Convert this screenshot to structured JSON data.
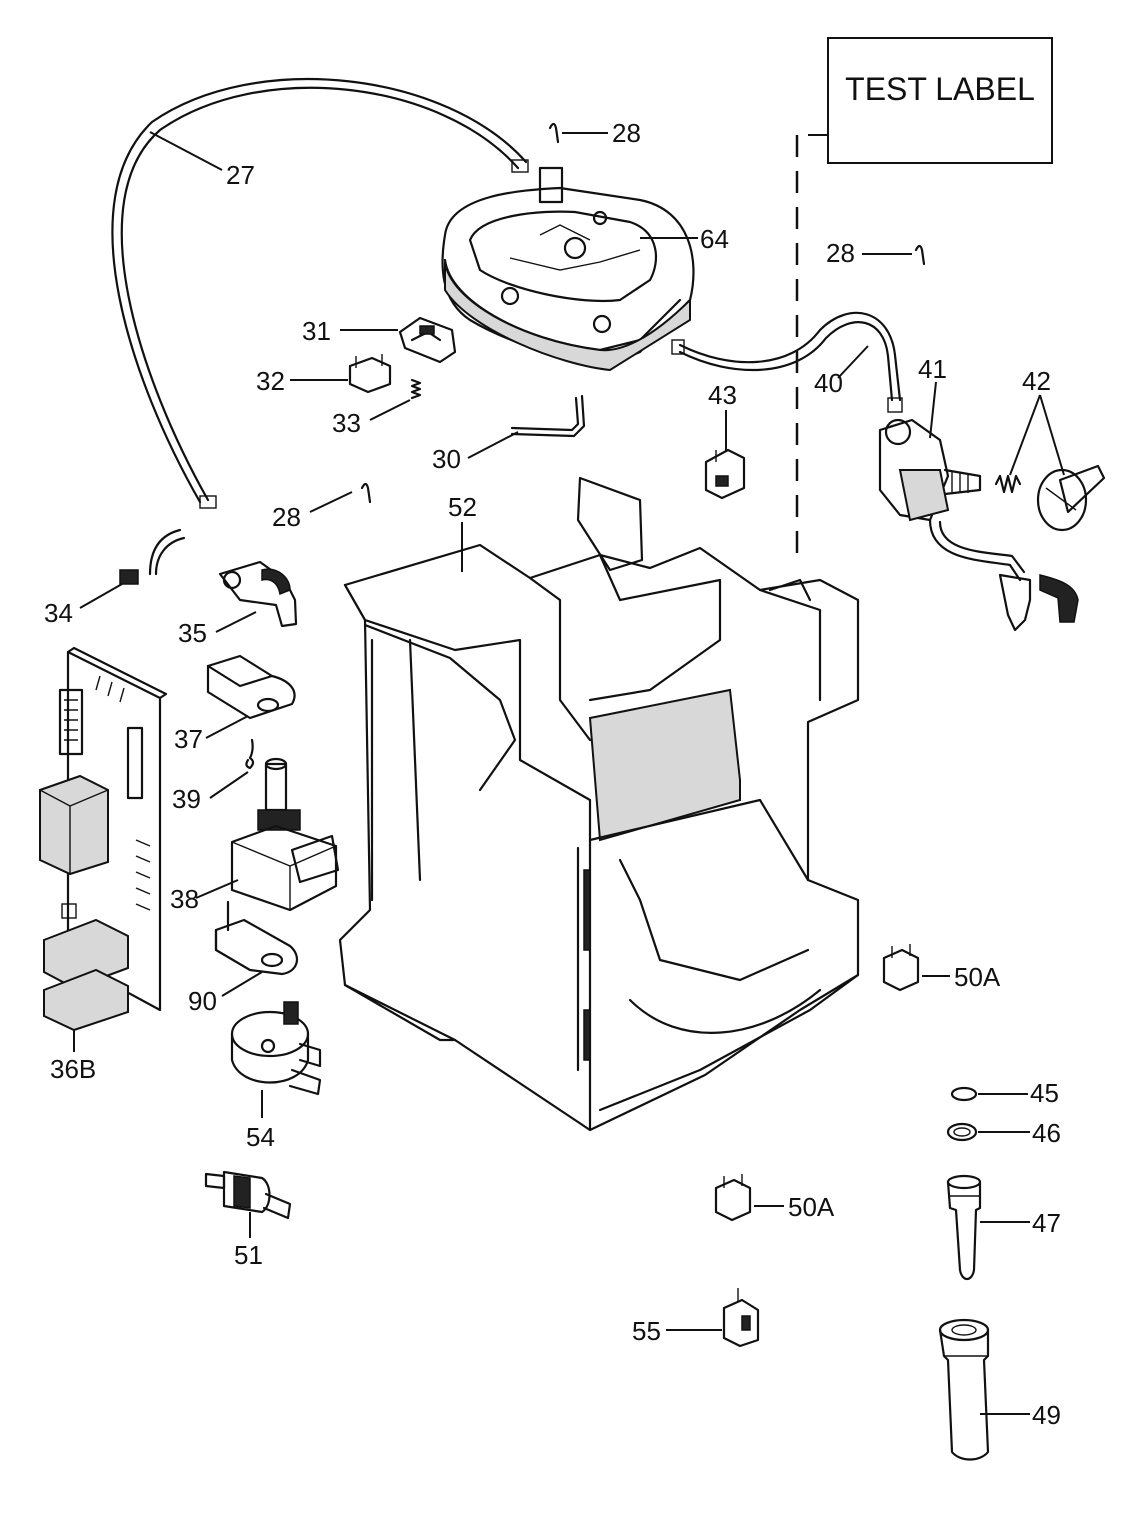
{
  "test_label": "TEST LABEL",
  "callouts": {
    "p27": "27",
    "p28a": "28",
    "p28b": "28",
    "p28c": "28",
    "p64": "64",
    "p31": "31",
    "p32": "32",
    "p33": "33",
    "p30": "30",
    "p40": "40",
    "p41": "41",
    "p42": "42",
    "p43": "43",
    "p52": "52",
    "p34": "34",
    "p35": "35",
    "p37": "37",
    "p39": "39",
    "p38": "38",
    "p90": "90",
    "p36b": "36B",
    "p54": "54",
    "p51": "51",
    "p50a1": "50A",
    "p50a2": "50A",
    "p45": "45",
    "p46": "46",
    "p47": "47",
    "p55": "55",
    "p49": "49"
  }
}
